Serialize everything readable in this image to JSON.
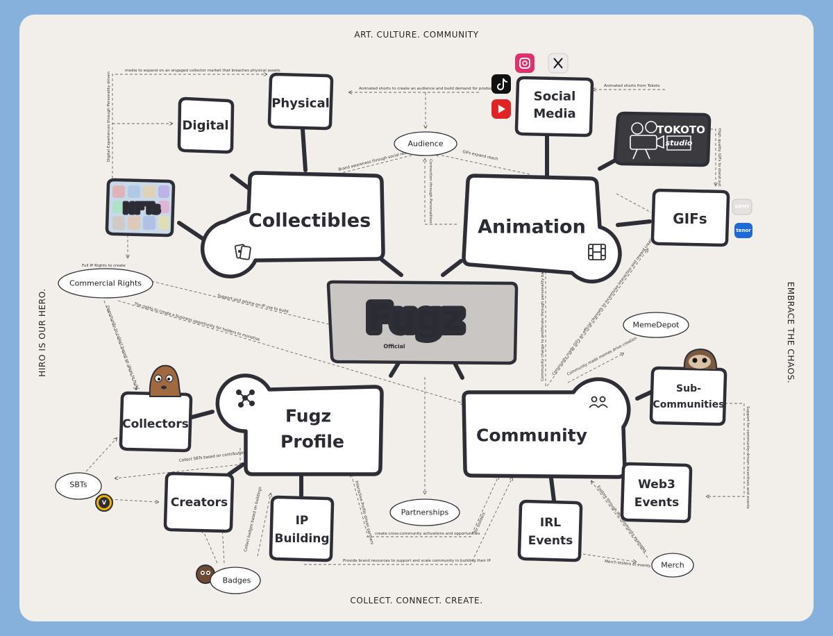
{
  "taglines": {
    "top": "ART.   CULTURE.   COMMUNITY",
    "bottom": "COLLECT.   CONNECT.   CREATE.",
    "left": "HIRO IS OUR HERO.",
    "right": "EMBRACE THE CHAOS."
  },
  "center": {
    "title": "Fugz",
    "subtitle": "Official"
  },
  "hubs": {
    "collectibles": "Collectibles",
    "animation": "Animation",
    "fugz_profile_line1": "Fugz",
    "fugz_profile_line2": "Profile",
    "community": "Community"
  },
  "nodes": {
    "digital": "Digital",
    "physical": "Physical",
    "nfts": "NFTs",
    "social_media_line1": "Social",
    "social_media_line2": "Media",
    "gifs": "GIFs",
    "collectors": "Collectors",
    "creators": "Creators",
    "ip_building_line1": "IP",
    "ip_building_line2": "Building",
    "sub_communities_line1": "Sub-",
    "sub_communities_line2": "Communities",
    "web3_events_line1": "Web3",
    "web3_events_line2": "Events",
    "irl_events_line1": "IRL",
    "irl_events_line2": "Events"
  },
  "ovals": {
    "audience": "Audience",
    "commercial_rights": "Commercial Rights",
    "memedepot": "MemeDepot",
    "sbts": "SBTs",
    "badges": "Badges",
    "partnerships": "Partnerships",
    "merch": "Merch"
  },
  "tokoto": {
    "line1": "TOKOTO",
    "line2": "studio"
  },
  "brand_badges": {
    "giphy": "GIPHY",
    "tenor": "tenor"
  },
  "edge_labels": {
    "media_expand": "media to expand on an engaged collector market that breaches physical assets.",
    "digital_experiences": "Digital Experiences through Personality driven",
    "animated_shorts_audience": "Animated shorts to create an audience and build demand for product",
    "animated_shorts_tokoto": "Animated shorts from Tokoto",
    "brand_awareness": "Brand awareness through social reach",
    "gifs_expand": "GIFs expand reach",
    "connection_personalities": "Connection through Personalities",
    "high_quality_gifs": "High quality GIFs to stand out",
    "full_ip_rights": "Full IP Rights to create",
    "support_advice_ip": "Support and advice on IP use to build",
    "rights_business": "The rights to create a business opportunity for holders to monetise",
    "opportunity_collect": "Opportunity to collect based on ideas to build",
    "collect_sbts": "Collect SBTs based on contributions",
    "collect_badges": "Collect badges based on buildings",
    "interactive_profile": "Interactive Profile driven partners",
    "cross_community": "create cross-community activations and opportunities",
    "for_builders": "for builders",
    "provide_brand": "Provide brand resources to support and scale community in building their IP",
    "community_charge": "Community charge to proliferate through personality based media",
    "community_gifs": "Community made GIFs on official channels to incentivise interaction and reward creation",
    "community_memes": "Community made memes drive creation",
    "support_sub": "Support for community-driven incentives and events",
    "explore_irl": "Explore through IRL community examples",
    "merch_testers": "Merch testers at events"
  }
}
